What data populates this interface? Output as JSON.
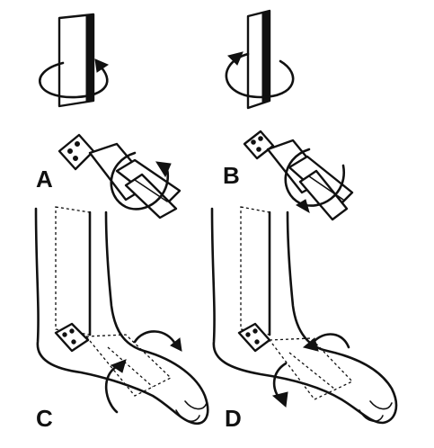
{
  "figure": {
    "panels": [
      {
        "id": "a",
        "label": "A"
      },
      {
        "id": "b",
        "label": "B"
      },
      {
        "id": "c",
        "label": "C"
      },
      {
        "id": "d",
        "label": "D"
      }
    ]
  }
}
